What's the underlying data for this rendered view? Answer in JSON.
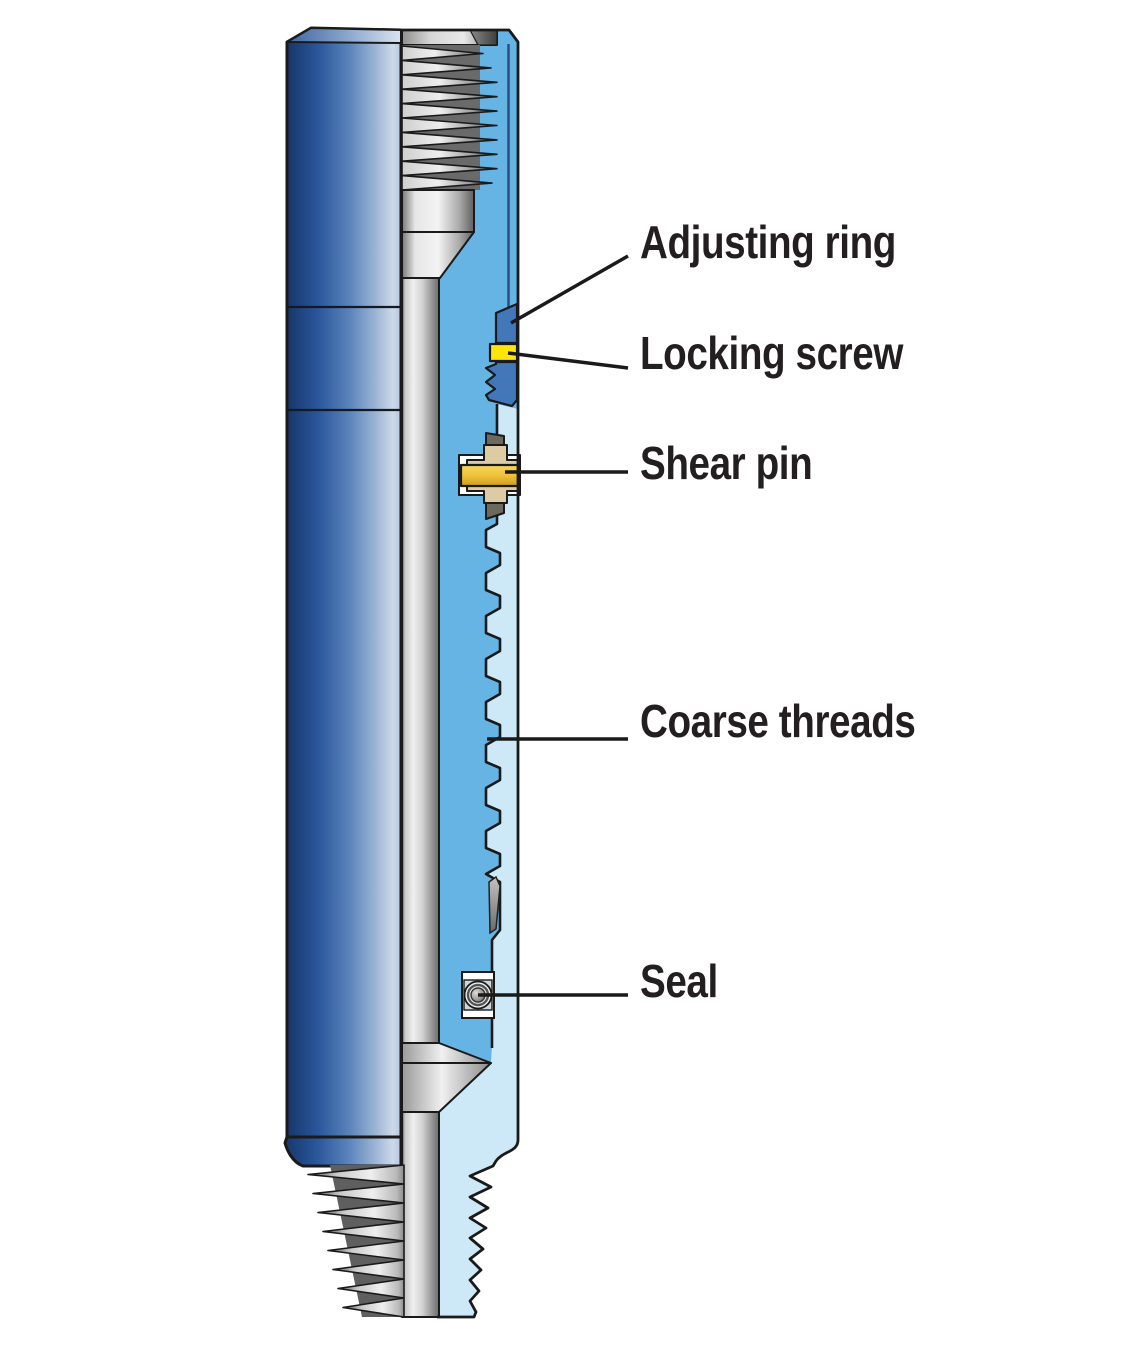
{
  "diagram": {
    "labels": [
      {
        "id": "adjusting-ring",
        "text": "Adjusting ring"
      },
      {
        "id": "locking-screw",
        "text": "Locking screw"
      },
      {
        "id": "shear-pin",
        "text": "Shear pin"
      },
      {
        "id": "coarse-threads",
        "text": "Coarse threads"
      },
      {
        "id": "seal",
        "text": "Seal"
      }
    ]
  },
  "palette": {
    "outline": "#1a1a1a",
    "label_text": "#231f20",
    "housing_section_blue": "#66b4e3",
    "insert_section_blue": "#cde9f8",
    "adjusting_ring_blue": "#4277ba",
    "locking_screw_yellow": "#ffe50a",
    "shear_pin_gold": "#f0c23a",
    "retainer_tan": "#dccba3",
    "cap_gray": "#6c6a5f",
    "body_navy": "#16366b",
    "body_highlight": "#ccd9ea"
  }
}
